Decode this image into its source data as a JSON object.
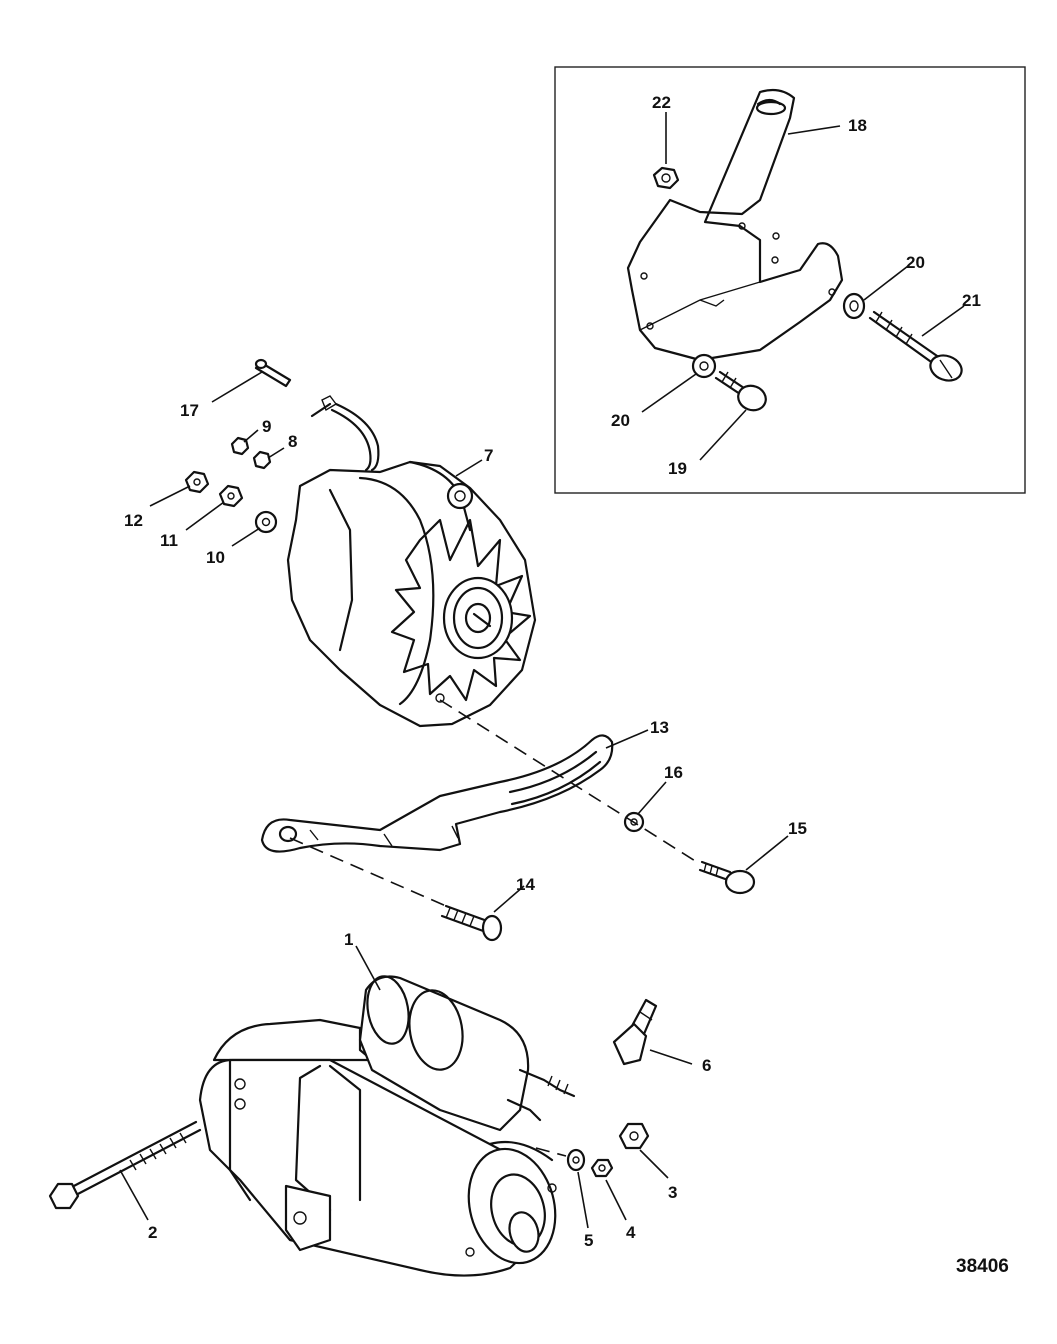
{
  "figure_number": "38406",
  "callouts": {
    "c1": "1",
    "c2": "2",
    "c3": "3",
    "c4": "4",
    "c5": "5",
    "c6": "6",
    "c7": "7",
    "c8": "8",
    "c9": "9",
    "c10": "10",
    "c11": "11",
    "c12": "12",
    "c13": "13",
    "c14": "14",
    "c15": "15",
    "c16": "16",
    "c17": "17",
    "c18": "18",
    "c19": "19",
    "c20a": "20",
    "c20b": "20",
    "c21": "21",
    "c22": "22"
  },
  "colors": {
    "ink": "#111111",
    "paper": "#ffffff"
  }
}
